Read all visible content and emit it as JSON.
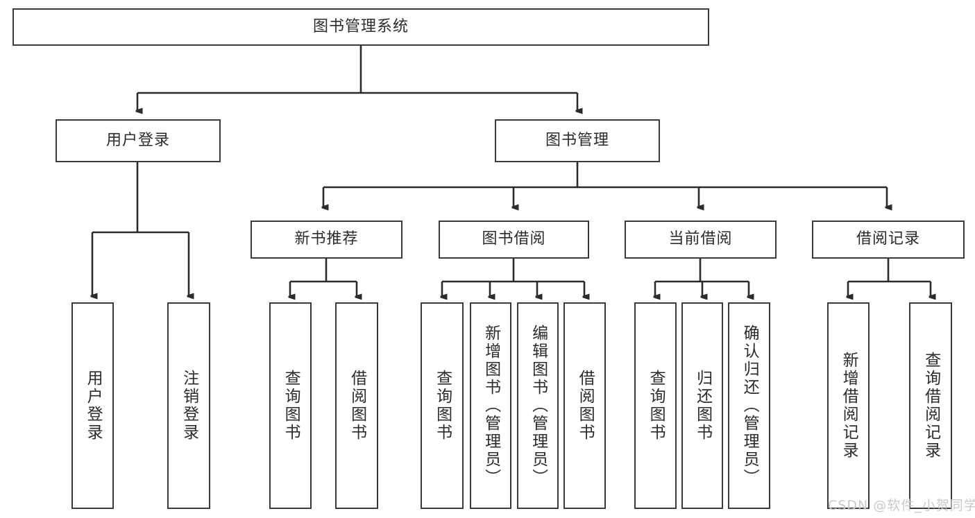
{
  "diagram": {
    "type": "hierarchy-tree",
    "title": "图书管理系统",
    "watermark": "CSDN @软件_小贺同学",
    "colors": {
      "box_border": "#3a3a3a",
      "box_fill": "#ffffff",
      "text": "#2b2b2b",
      "edge": "#2b2b2b",
      "watermark": "#c9c9c9",
      "background": "#ffffff"
    },
    "root": {
      "id": "root",
      "label": "图书管理系统",
      "orientation": "horizontal"
    },
    "level1": [
      {
        "id": "user-login",
        "label": "用户登录",
        "orientation": "horizontal"
      },
      {
        "id": "book-management",
        "label": "图书管理",
        "orientation": "horizontal"
      }
    ],
    "level2": [
      {
        "id": "new-book-recommend",
        "label": "新书推荐",
        "orientation": "horizontal",
        "parent": "book-management"
      },
      {
        "id": "book-borrow",
        "label": "图书借阅",
        "orientation": "horizontal",
        "parent": "book-management"
      },
      {
        "id": "current-borrow",
        "label": "当前借阅",
        "orientation": "horizontal",
        "parent": "book-management"
      },
      {
        "id": "borrow-record",
        "label": "借阅记录",
        "orientation": "horizontal",
        "parent": "book-management"
      }
    ],
    "leaves": [
      {
        "id": "leaf-user-login",
        "label": "用户登录",
        "parent": "user-login",
        "orientation": "vertical"
      },
      {
        "id": "leaf-user-logout",
        "label": "注销登录",
        "parent": "user-login",
        "orientation": "vertical"
      },
      {
        "id": "leaf-query-book-recommend",
        "label": "查询图书",
        "parent": "new-book-recommend",
        "orientation": "vertical"
      },
      {
        "id": "leaf-borrow-book-recommend",
        "label": "借阅图书",
        "parent": "new-book-recommend",
        "orientation": "vertical"
      },
      {
        "id": "leaf-query-book-borrow",
        "label": "查询图书",
        "parent": "book-borrow",
        "orientation": "vertical"
      },
      {
        "id": "leaf-add-book-admin",
        "label": "新增图书（管理员）",
        "parent": "book-borrow",
        "orientation": "vertical"
      },
      {
        "id": "leaf-edit-book-admin",
        "label": "编辑图书（管理员）",
        "parent": "book-borrow",
        "orientation": "vertical"
      },
      {
        "id": "leaf-borrow-book",
        "label": "借阅图书",
        "parent": "book-borrow",
        "orientation": "vertical"
      },
      {
        "id": "leaf-query-book-current",
        "label": "查询图书",
        "parent": "current-borrow",
        "orientation": "vertical"
      },
      {
        "id": "leaf-return-book",
        "label": "归还图书",
        "parent": "current-borrow",
        "orientation": "vertical"
      },
      {
        "id": "leaf-confirm-return-admin",
        "label": "确认归还（管理员）",
        "parent": "current-borrow",
        "orientation": "vertical"
      },
      {
        "id": "leaf-add-borrow-record",
        "label": "新增借阅记录",
        "parent": "borrow-record",
        "orientation": "vertical"
      },
      {
        "id": "leaf-query-borrow-record",
        "label": "查询借阅记录",
        "parent": "borrow-record",
        "orientation": "vertical"
      }
    ]
  }
}
